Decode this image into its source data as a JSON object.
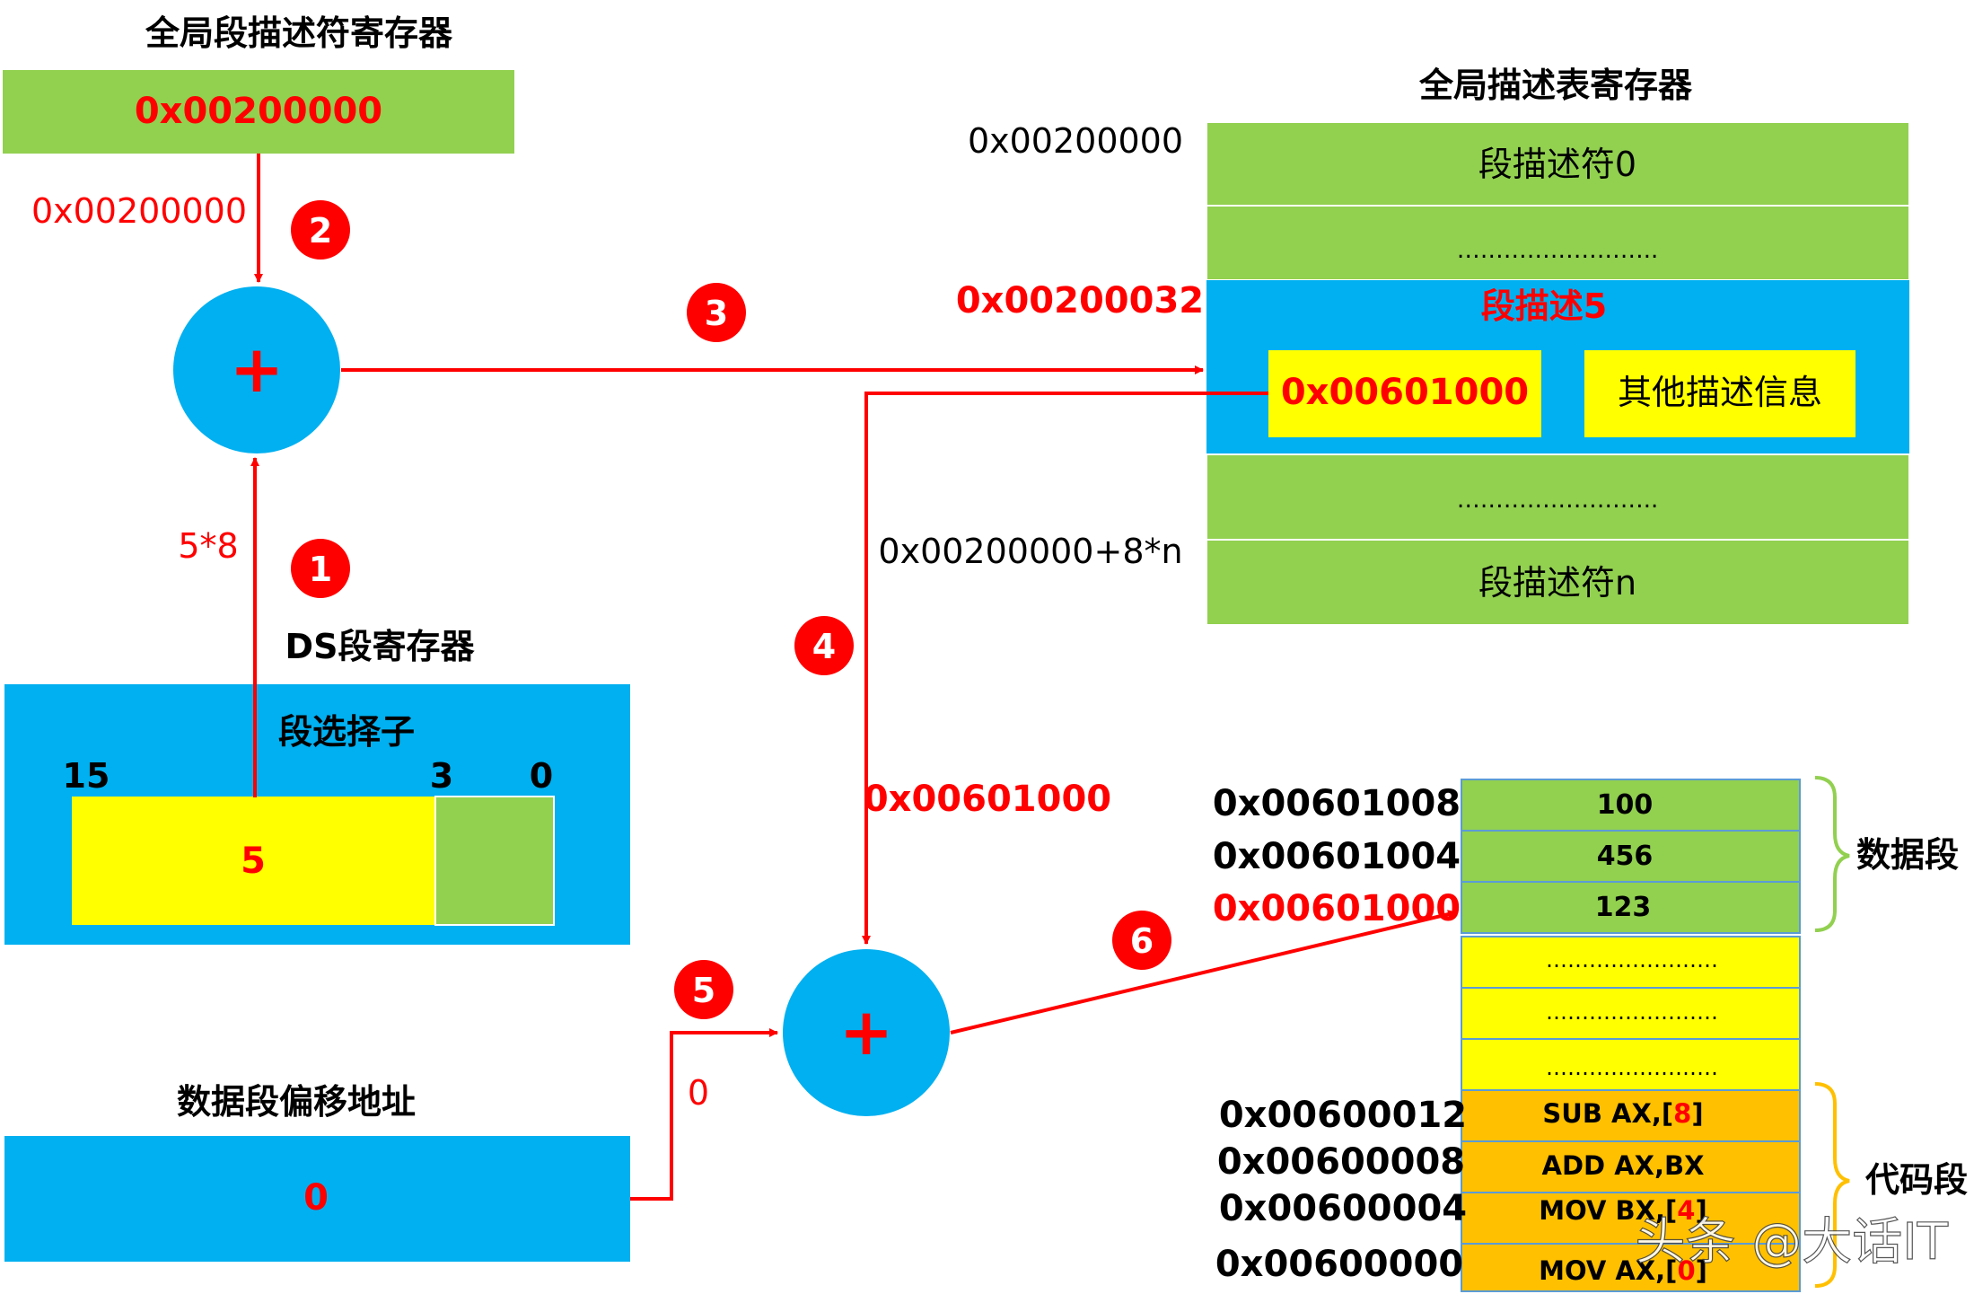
{
  "gdtr": {
    "title": "全局段描述符寄存器",
    "value": "0x00200000",
    "arrow_value": "0x00200000"
  },
  "gdt": {
    "title": "全局描述表寄存器",
    "base_address": "0x00200000",
    "entry5_address": "0x00200032",
    "rows": [
      "段描述符0",
      "……………………..",
      "……………………..",
      "段描述符n"
    ],
    "entry5_label": "段描述5",
    "entry5_base": "0x00601000",
    "entry5_other": "其他描述信息",
    "formula": "0x00200000+8*n"
  },
  "ds": {
    "title": "DS段寄存器",
    "selector_label": "段选择子",
    "bit_high": "15",
    "bit_mid": "3",
    "bit_low": "0",
    "index_value": "5",
    "scaled": "5*8"
  },
  "offset": {
    "title": "数据段偏移地址",
    "value": "0",
    "arrow_value": "0"
  },
  "adders": {
    "symbol": "+"
  },
  "base_to_adder": "0x00601000",
  "steps": [
    "1",
    "2",
    "3",
    "4",
    "5",
    "6"
  ],
  "data_segment": {
    "label": "数据段",
    "cells": [
      {
        "addr": "0x00601008",
        "value": "100",
        "addr_color": "#000000"
      },
      {
        "addr": "0x00601004",
        "value": "456",
        "addr_color": "#000000"
      },
      {
        "addr": "0x00601000",
        "value": "123",
        "addr_color": "#ff0000"
      }
    ],
    "gaps": [
      "……………………",
      "……………………",
      "……………………"
    ]
  },
  "code_segment": {
    "label": "代码段",
    "cells": [
      {
        "addr": "0x00600012",
        "pre": "SUB AX,[",
        "num": "8",
        "post": "]"
      },
      {
        "addr": "0x00600008",
        "pre": "ADD AX,BX",
        "num": "",
        "post": ""
      },
      {
        "addr": "0x00600004",
        "pre": "MOV BX,[",
        "num": "4",
        "post": "]"
      },
      {
        "addr": "0x00600000",
        "pre": "MOV AX,[",
        "num": "0",
        "post": "]"
      }
    ]
  },
  "watermark": "头条 @大话IT",
  "colors": {
    "green": "#92d050",
    "blue": "#00b0f0",
    "yellow": "#ffff00",
    "orange": "#ffc000",
    "red": "#ff0000"
  }
}
